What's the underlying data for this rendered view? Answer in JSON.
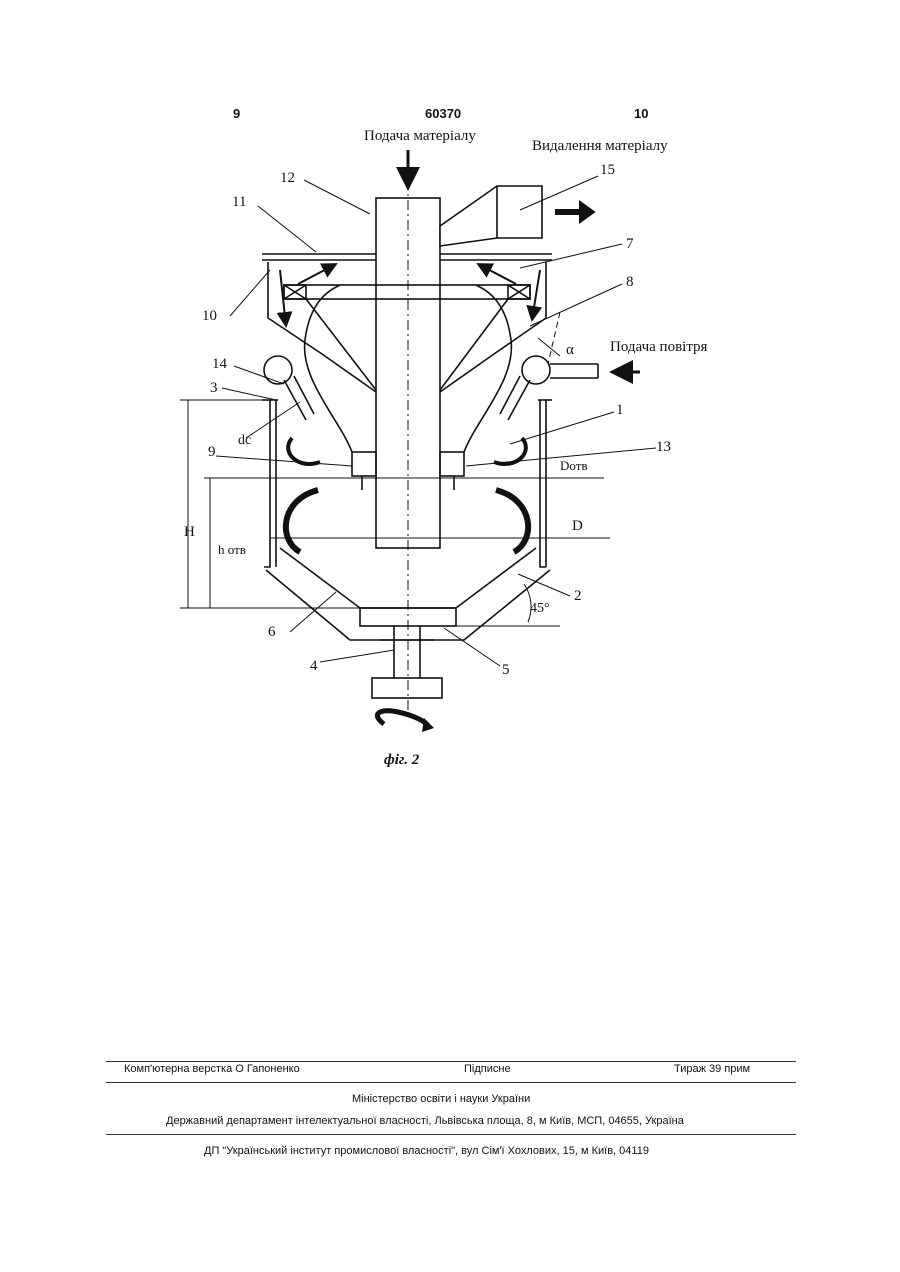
{
  "header": {
    "left_page": "9",
    "patent_number": "60370",
    "right_page": "10"
  },
  "diagram": {
    "feed_material": "Подача матеріалу",
    "remove_material": "Видалення матеріалу",
    "air_supply": "Подача повітря",
    "figure_caption": "фіг. 2",
    "labels": {
      "n1": "1",
      "n2": "2",
      "n3": "3",
      "n4": "4",
      "n5": "5",
      "n6": "6",
      "n7": "7",
      "n8": "8",
      "n9": "9",
      "n10": "10",
      "n11": "11",
      "n12": "12",
      "n13": "13",
      "n14": "14",
      "n15": "15"
    },
    "symbols": {
      "alpha": "α",
      "dc": "dc",
      "H": "H",
      "h_otv": "h отв",
      "D_otv": "Dотв",
      "D": "D",
      "angle_45": "45°"
    }
  },
  "footer": {
    "layout": "Комп'ютерна верстка О  Гапоненко",
    "signed": "Підписне",
    "circulation": "Тираж 39 прим",
    "ministry": "Міністерство освіти і науки України",
    "department": "Державний департамент інтелектуальної власності, Львівська площа, 8, м  Київ, МСП, 04655, Україна",
    "institute": "ДП \"Український інститут промислової власності\", вул  Сім'ї Хохлових, 15, м  Київ, 04119"
  }
}
